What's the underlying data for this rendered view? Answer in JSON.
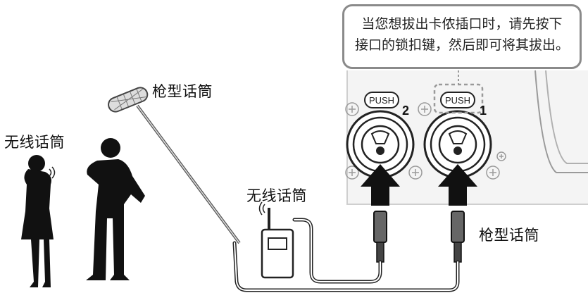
{
  "callout": {
    "line1": "当您想拔出卡侬插口时，请先按下",
    "line2": "接口的锁扣键，然后即可将其拔出。"
  },
  "labels": {
    "shotgun_mic_top": "枪型话筒",
    "wireless_mic_left": "无线话筒",
    "wireless_mic_center": "无线话筒",
    "shotgun_mic_right": "枪型话筒"
  },
  "device": {
    "push_label": "PUSH",
    "input_2": "2",
    "input_1": "1"
  }
}
